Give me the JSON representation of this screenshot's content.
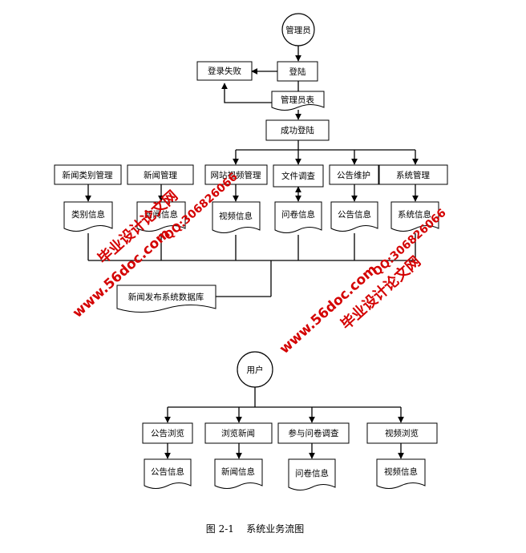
{
  "admin": {
    "start": "管理员",
    "login_fail": "登录失败",
    "login": "登陆",
    "admin_table": "管理员表",
    "login_success": "成功登陆",
    "news_category_mgmt": "新闻类别管理",
    "news_mgmt": "新闻管理",
    "site_video_mgmt": "网站视频管理",
    "file_survey": "文件调查",
    "notice_maintain": "公告维护",
    "system_mgmt": "系统管理",
    "category_info": "类别信息",
    "news_info_obscured": "新闻信息",
    "video_info": "视频信息",
    "survey_info": "问卷信息",
    "notice_info": "公告信息",
    "system_info": "系统信息",
    "database": "新闻发布系统数据库"
  },
  "user": {
    "start": "用户",
    "notice_browse": "公告浏览",
    "browse_news": "浏览新闻",
    "join_survey": "参与问卷调查",
    "video_browse": "视频浏览",
    "notice_info": "公告信息",
    "news_info": "新闻信息",
    "survey_info": "问卷信息",
    "video_info": "视频信息"
  },
  "caption": "图 2-1    系统业务流图",
  "watermark": {
    "site": "www.56doc.com",
    "qq": "QQ:306826066",
    "name": "毕业设计论文网",
    "color": "#d40000"
  }
}
